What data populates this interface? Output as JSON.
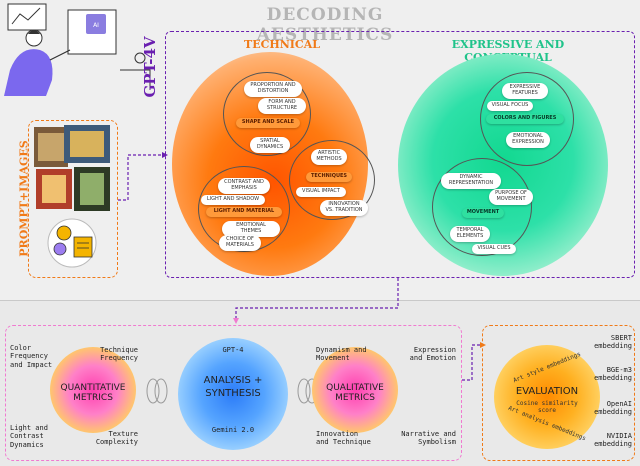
{
  "title": "DECODING AESTHETICS",
  "model_label": "GPT-4V",
  "prompt_label": "PROMPT+IMAGES",
  "top": {
    "technical": {
      "heading": "TECHNICAL",
      "shape": {
        "label": "SHAPE AND SCALE",
        "items": [
          "PROPORTION AND DISTORTION",
          "FORM AND STRUCTURE",
          "SPATIAL DYNAMICS"
        ]
      },
      "light": {
        "label": "LIGHT AND MATERIAL",
        "items": [
          "CONTRAST AND EMPHASIS",
          "LIGHT AND SHADOW",
          "EMOTIONAL THEMES",
          "CHOICE OF MATERIALS"
        ]
      },
      "techniques": {
        "label": "TECHNIQUES",
        "items": [
          "ARTISTIC METHODS",
          "VISUAL IMPACT",
          "INNOVATION VS. TRADITION"
        ]
      }
    },
    "expressive": {
      "heading": "EXPRESSIVE AND CONCEPTUAL",
      "colors": {
        "label": "COLORS AND FIGURES",
        "items": [
          "EXPRESSIVE FEATURES",
          "VISUAL FOCUS",
          "EMOTIONAL EXPRESSION"
        ]
      },
      "movement": {
        "label": "MOVEMENT",
        "items": [
          "DYNAMIC REPRESENTATION",
          "PURPOSE OF MOVEMENT",
          "TEMPORAL ELEMENTS",
          "VISUAL CUES"
        ]
      }
    }
  },
  "bottom": {
    "quantitative": {
      "label": "QUANTITATIVE METRICS",
      "metrics": [
        "Color Frequency and Impact",
        "Technique Frequency",
        "Light and Contrast Dynamics",
        "Texture Complexity"
      ]
    },
    "analysis": {
      "label": "ANALYSIS + SYNTHESIS",
      "top_model": "GPT-4",
      "bottom_model": "Gemini 2.0"
    },
    "qualitative": {
      "label": "QUALITATIVE METRICS",
      "metrics": [
        "Dynamism and Movement",
        "Expression and Emotion",
        "Innovation and Technique",
        "Narrative and Symbolism"
      ]
    },
    "evaluation": {
      "label": "EVALUATION",
      "inner": "Cosine similarity score",
      "arc_top": "Art style embeddings",
      "arc_bottom": "Art analysis embeddings",
      "embeddings": [
        "SBERT embedding",
        "BGE-m3 embedding",
        "OpenAI embedding",
        "NVIDIA embedding"
      ]
    }
  },
  "colors": {
    "purple": "#6a1fb0",
    "orange": "#f07a18",
    "pink": "#f07ad0",
    "gray_title": "#b5b5b5"
  }
}
